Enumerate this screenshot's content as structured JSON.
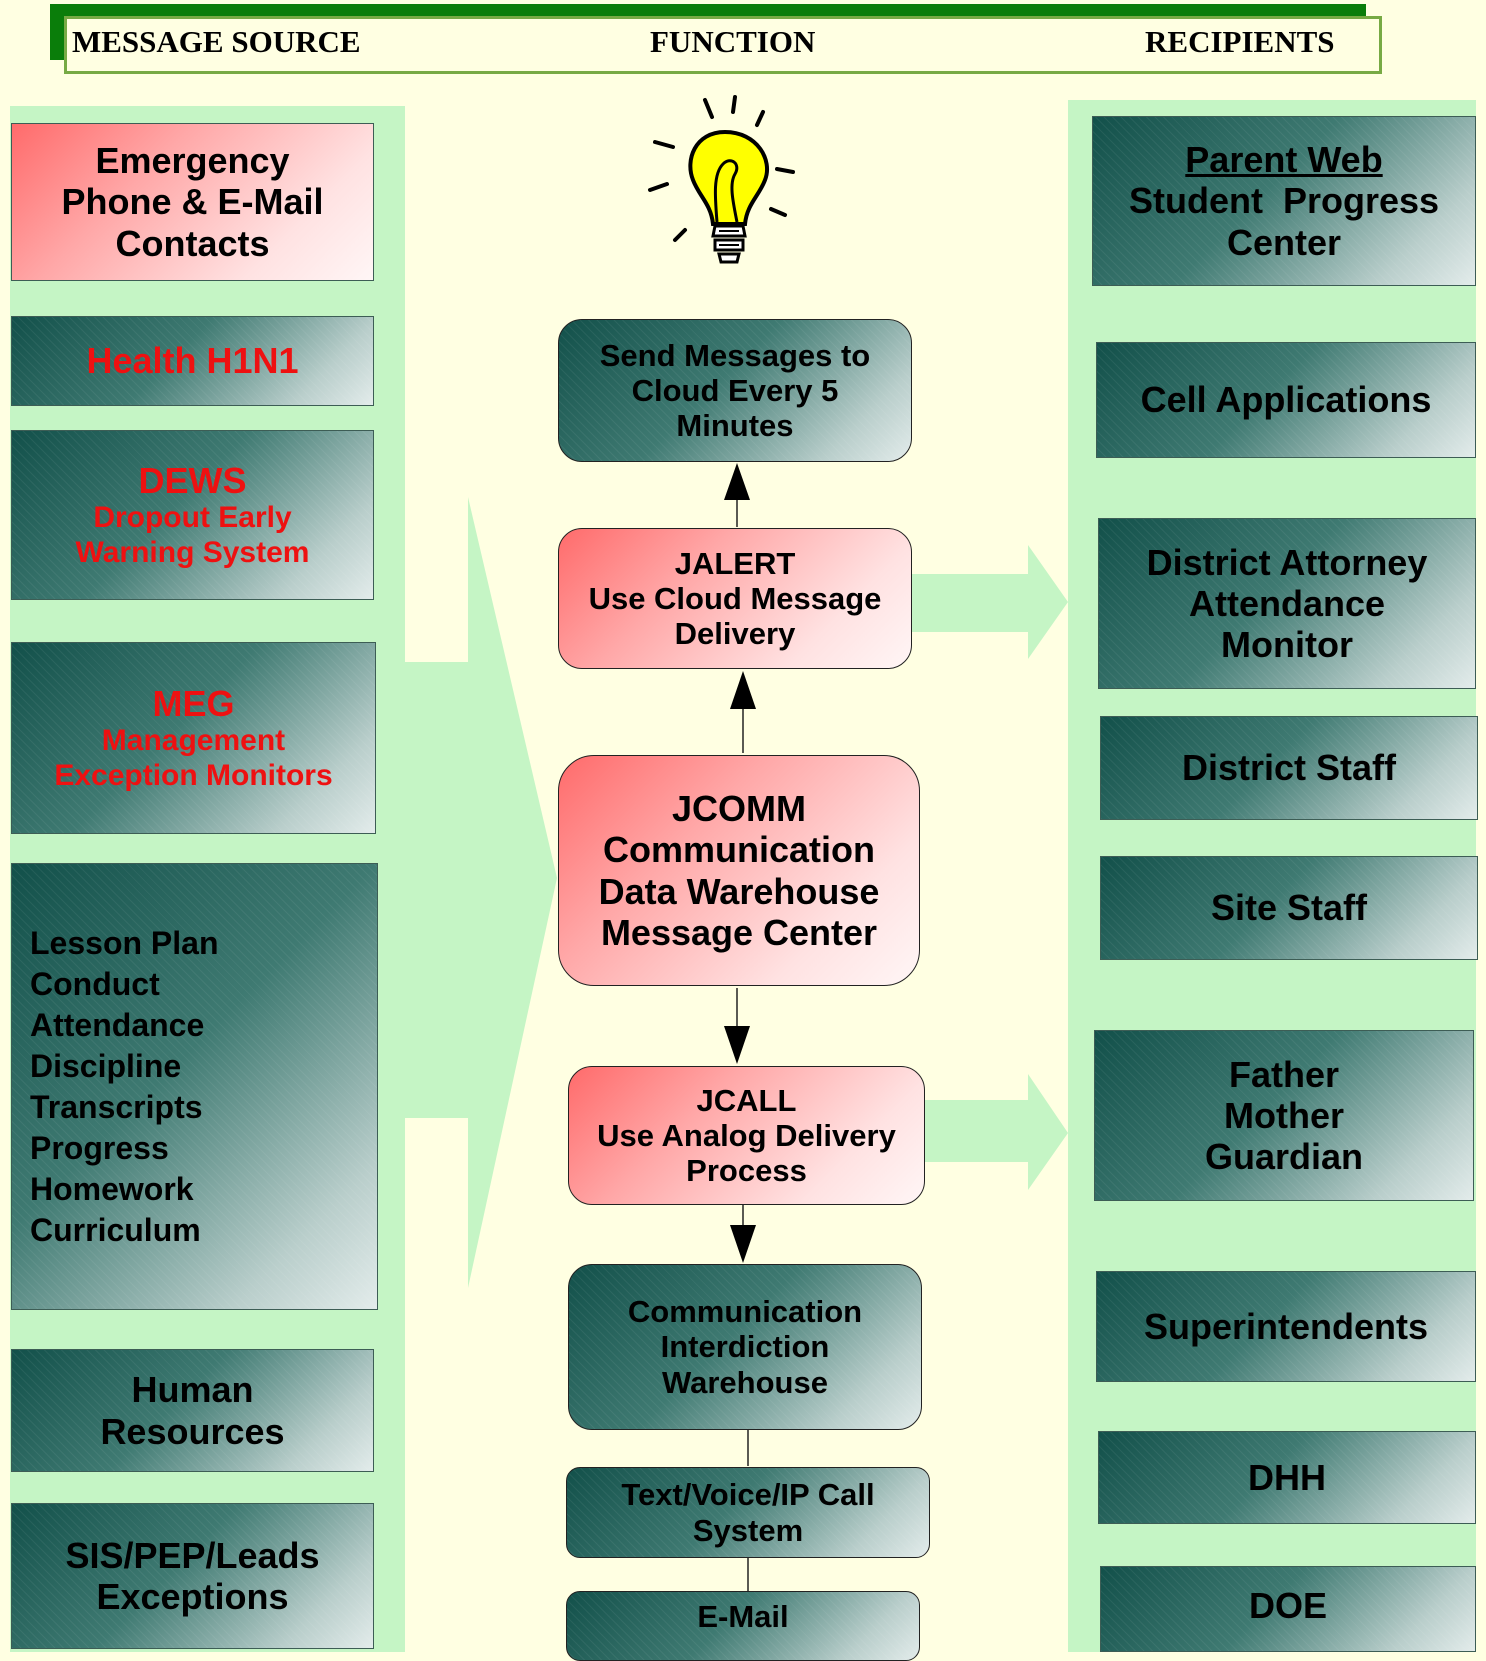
{
  "header": {
    "message_source": "MESSAGE SOURCE",
    "function": "FUNCTION",
    "recipients": "RECIPIENTS"
  },
  "sources": {
    "emergency": "Emergency\nPhone & E-Mail\nContacts",
    "health": "Health H1N1",
    "dews_title": "DEWS",
    "dews_sub": "Dropout Early\nWarning System",
    "meg_title": "MEG",
    "meg_sub": "Management\nException Monitors",
    "list": [
      "Lesson Plan",
      "Conduct",
      "Attendance",
      "Discipline",
      "Transcripts",
      "Progress",
      "Homework",
      "Curriculum"
    ],
    "human_resources": "Human\nResources",
    "sis": "SIS/PEP/Leads\nExceptions"
  },
  "functions": {
    "send_messages": "Send Messages to\nCloud Every 5\nMinutes",
    "jalert": "JALERT\nUse Cloud Message\nDelivery",
    "jcomm": "JCOMM\nCommunication\nData Warehouse\nMessage Center",
    "jcall": "JCALL\nUse Analog Delivery\nProcess",
    "interdiction": "Communication\nInterdiction\nWarehouse",
    "text_voice": "Text/Voice/IP Call\nSystem",
    "email": "E-Mail"
  },
  "recipients": {
    "parent_web_link": "Parent Web",
    "parent_web_rest": "Student  Progress\nCenter",
    "cell": "Cell Applications",
    "district_attorney": "District Attorney\nAttendance\nMonitor",
    "district_staff": "District Staff",
    "site_staff": "Site Staff",
    "parents": "Father\nMother\nGuardian",
    "superintendents": "Superintendents",
    "dhh": "DHH",
    "doe": "DOE"
  },
  "colors": {
    "background": "#ffffe2",
    "panel_green": "#c5f5c5",
    "header_green": "#0a7d0a",
    "alert_red": "#ee1111",
    "teal_dark": "#12504a",
    "pink": "#ff6b6b"
  },
  "icons": [
    "lightbulb-icon"
  ]
}
